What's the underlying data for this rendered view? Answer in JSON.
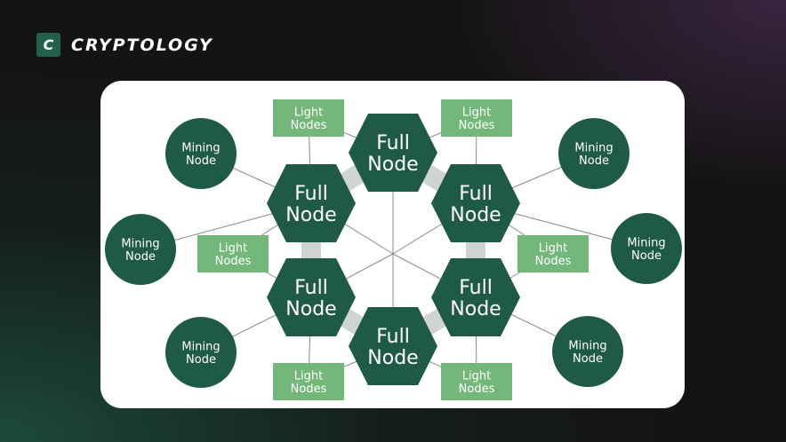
{
  "brand": {
    "name": "CRYPTOLOGY",
    "icon_letter": "C",
    "accent": "#23604c"
  },
  "diagram": {
    "full_node_label": [
      "Full",
      "Node"
    ],
    "mining_node_label": [
      "Mining",
      "Node"
    ],
    "light_node_label": [
      "Light",
      "Nodes"
    ],
    "full_nodes": 6,
    "mining_nodes": 6,
    "light_nodes": 6,
    "colors": {
      "full": "#1f5a48",
      "mining": "#1f5a48",
      "light": "#74b77a",
      "line": "#8a8a8a"
    }
  }
}
